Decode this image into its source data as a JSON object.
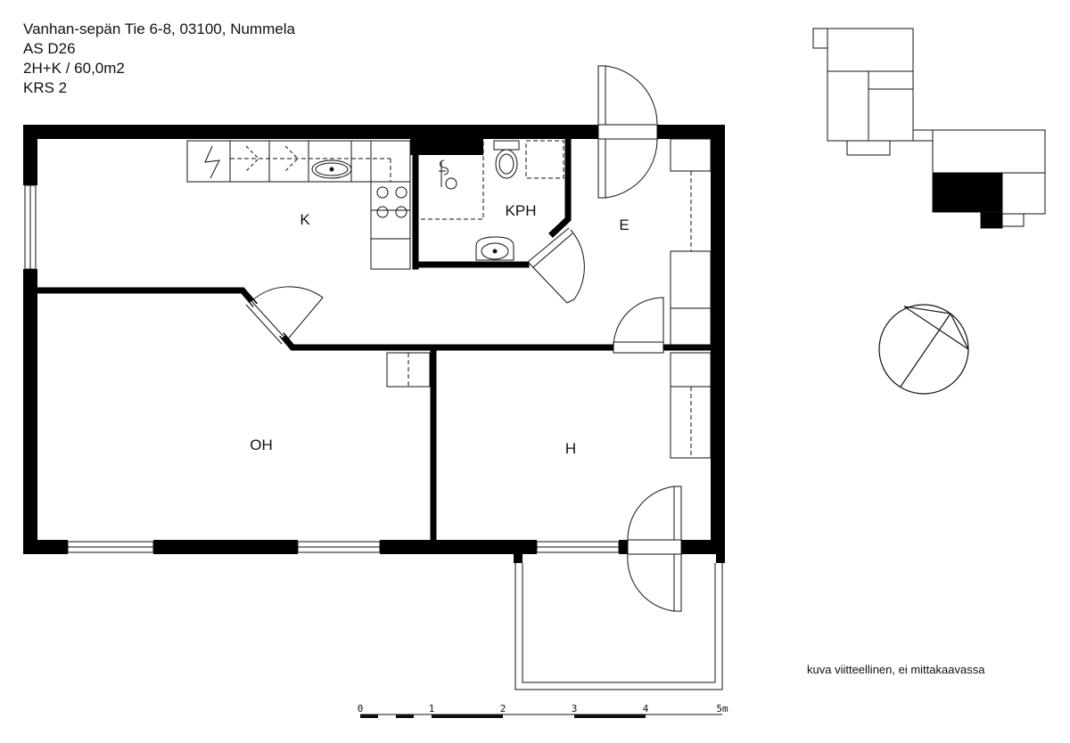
{
  "header": {
    "address": "Vanhan-sepän Tie 6-8, 03100, Nummela",
    "unit": "AS D26",
    "layout": "2H+K / 60,0m2",
    "floor": "KRS 2"
  },
  "rooms": {
    "kitchen": "K",
    "bathroom": "KPH",
    "hall": "E",
    "living": "OH",
    "bedroom": "H"
  },
  "note": "kuva viitteellinen, ei mittakaavassa",
  "scale": [
    "0",
    "1",
    "2",
    "3",
    "4",
    "5m"
  ],
  "colors": {
    "wall": "#000000",
    "line": "#111111",
    "background": "#ffffff"
  }
}
